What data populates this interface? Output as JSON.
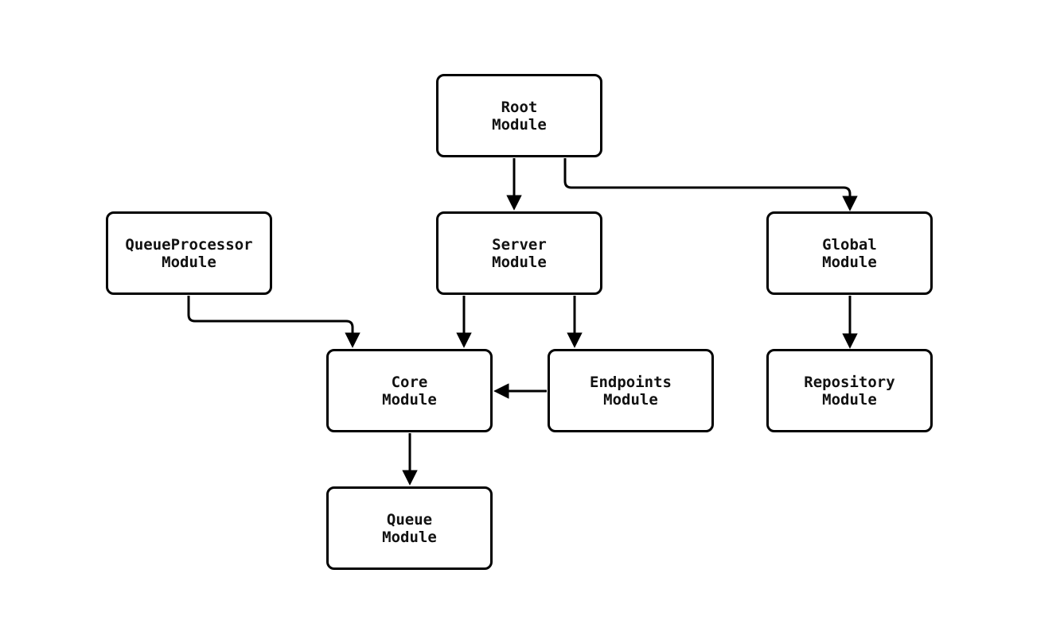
{
  "diagram": {
    "type": "module-dependency-flowchart",
    "background_color": "#ffffff",
    "node_fill": "#ffffff",
    "node_border_color": "#000000",
    "edge_color": "#000000",
    "text_color": "#111111",
    "nodes": [
      {
        "id": "root",
        "line1": "Root",
        "line2": "Module"
      },
      {
        "id": "server",
        "line1": "Server",
        "line2": "Module"
      },
      {
        "id": "global",
        "line1": "Global",
        "line2": "Module"
      },
      {
        "id": "queueprocessor",
        "line1": "QueueProcessor",
        "line2": "Module"
      },
      {
        "id": "core",
        "line1": "Core",
        "line2": "Module"
      },
      {
        "id": "endpoints",
        "line1": "Endpoints",
        "line2": "Module"
      },
      {
        "id": "repository",
        "line1": "Repository",
        "line2": "Module"
      },
      {
        "id": "queue",
        "line1": "Queue",
        "line2": "Module"
      }
    ],
    "edges": [
      {
        "from": "root",
        "to": "server"
      },
      {
        "from": "root",
        "to": "global"
      },
      {
        "from": "queueprocessor",
        "to": "core"
      },
      {
        "from": "server",
        "to": "core"
      },
      {
        "from": "server",
        "to": "endpoints"
      },
      {
        "from": "endpoints",
        "to": "core"
      },
      {
        "from": "global",
        "to": "repository"
      },
      {
        "from": "core",
        "to": "queue"
      }
    ]
  }
}
